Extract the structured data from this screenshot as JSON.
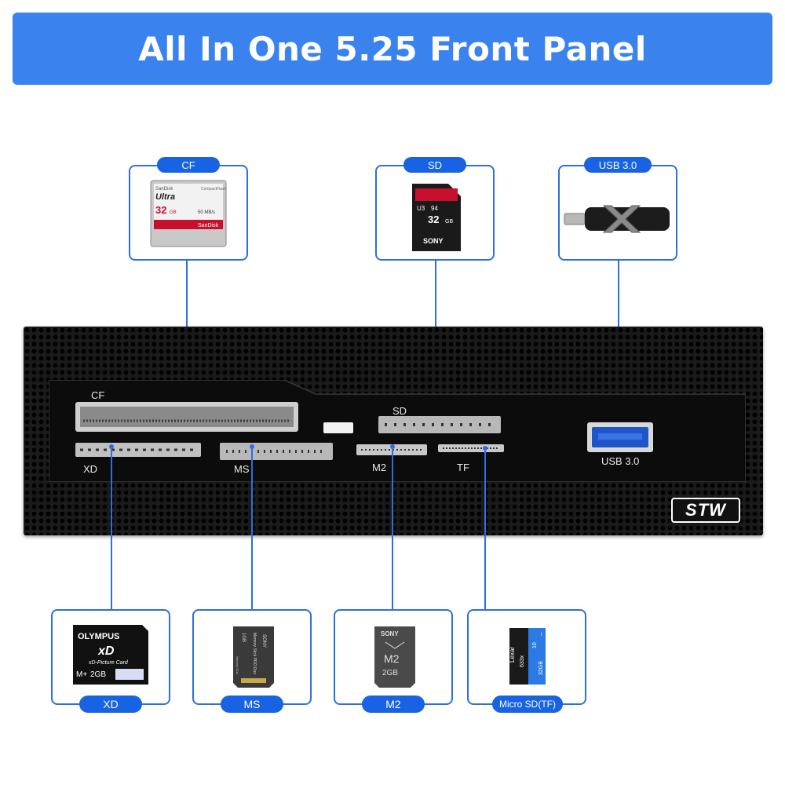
{
  "banner": {
    "title": "All In One 5.25 Front Panel"
  },
  "top_callouts": [
    {
      "label": "CF"
    },
    {
      "label": "SD"
    },
    {
      "label": "USB 3.0"
    }
  ],
  "bottom_callouts": [
    {
      "label": "XD"
    },
    {
      "label": "MS"
    },
    {
      "label": "M2"
    },
    {
      "label": "Micro SD(TF)"
    }
  ],
  "panel": {
    "slot_labels": {
      "cf": "CF",
      "sd": "SD",
      "xd": "XD",
      "ms": "MS",
      "m2": "M2",
      "tf": "TF",
      "usb": "USB 3.0"
    },
    "brand": "STW"
  },
  "cards": {
    "cf": {
      "top": "SanDisk",
      "model": "Ultra",
      "corner": "CompactFlash",
      "capacity": "32",
      "unit": "GB",
      "speed": "50 MB/s",
      "bottom": "SanDisk"
    },
    "sd": {
      "model": "94",
      "class": "U3",
      "capacity": "32",
      "unit": "GB",
      "brand": "SONY"
    },
    "xd": {
      "brand": "OLYMPUS",
      "logo": "xD",
      "subtitle": "xD-Picture Card",
      "type": "M+",
      "capacity": "2GB"
    },
    "ms": {
      "brand": "SONY",
      "name": "Memory Stick PRO Duo",
      "capacity": "1GB",
      "note": "Memory Duo"
    },
    "m2": {
      "brand": "SONY",
      "logo": "M2",
      "capacity": "2GB"
    },
    "tf": {
      "brand": "Lexar",
      "speed": "633x",
      "class": "10",
      "capacity": "32GB",
      "uhs": "I"
    }
  },
  "colors": {
    "accent": "#1763e3",
    "banner": "#3a82ee",
    "panel": "#1b1b1b"
  }
}
